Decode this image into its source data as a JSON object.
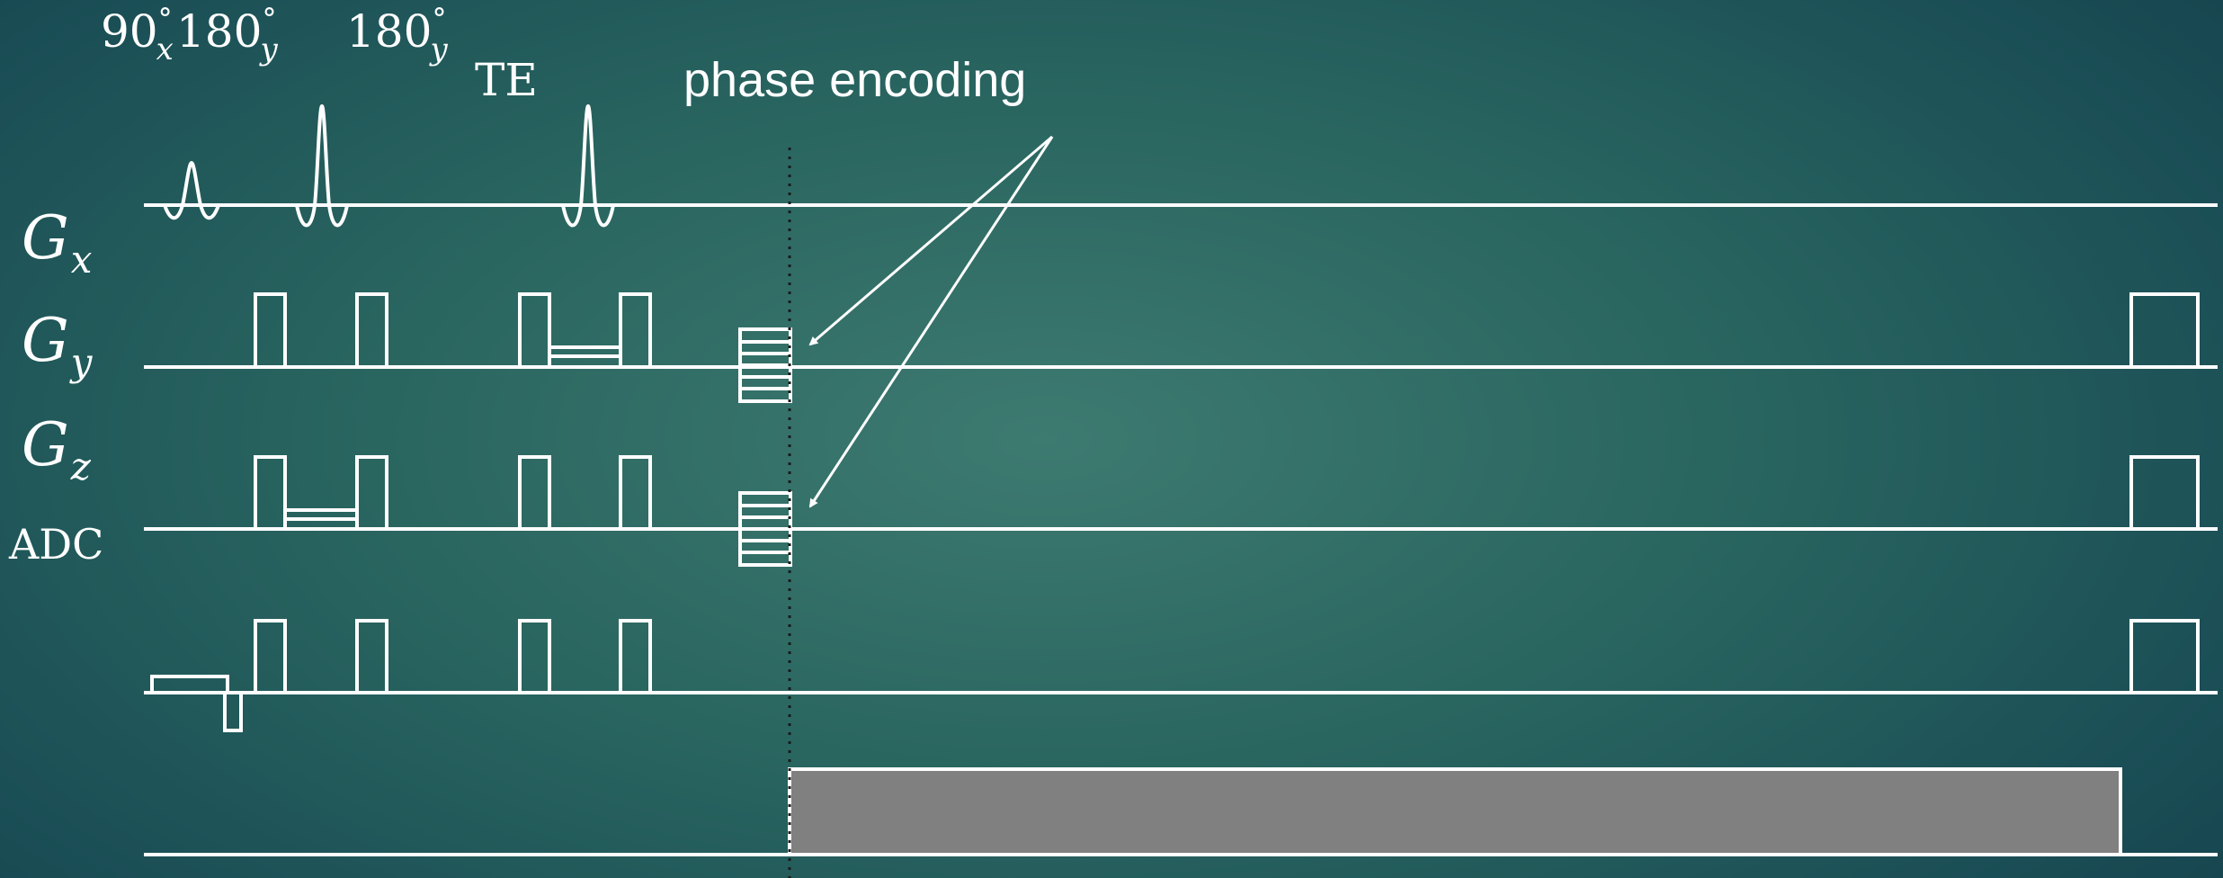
{
  "pulses": {
    "p1": {
      "angle": "90",
      "deg": "°",
      "axis": "x"
    },
    "p2": {
      "angle": "180",
      "deg": "°",
      "axis": "y"
    },
    "p3": {
      "angle": "180",
      "deg": "°",
      "axis": "y"
    }
  },
  "channels": {
    "gx": {
      "symbol": "G",
      "sub": "x"
    },
    "gy": {
      "symbol": "G",
      "sub": "y"
    },
    "gz": {
      "symbol": "G",
      "sub": "z"
    },
    "adc": {
      "label": "ADC"
    }
  },
  "markers": {
    "te": "TE"
  },
  "annotations": {
    "phase": "phase encoding"
  },
  "colors": {
    "line": "#ffffff",
    "adc_fill": "#808080"
  }
}
